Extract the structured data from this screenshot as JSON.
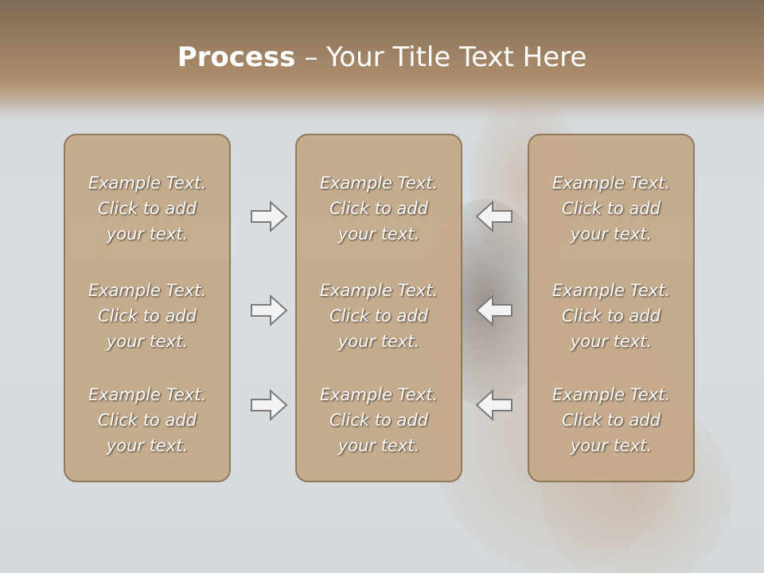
{
  "title": {
    "bold": "Process",
    "rest": " – Your Title Text Here"
  },
  "columns": [
    {
      "items": [
        {
          "l1": "Example Text.",
          "l2": "Click  to add",
          "l3": "your text."
        },
        {
          "l1": "Example Text.",
          "l2": "Click  to add",
          "l3": "your text."
        },
        {
          "l1": "Example Text.",
          "l2": "Click  to add",
          "l3": "your text."
        }
      ]
    },
    {
      "items": [
        {
          "l1": "Example Text.",
          "l2": "Click  to add",
          "l3": "your text."
        },
        {
          "l1": "Example Text.",
          "l2": "Click  to add",
          "l3": "your text."
        },
        {
          "l1": "Example Text.",
          "l2": "Click  to add",
          "l3": "your text."
        }
      ]
    },
    {
      "items": [
        {
          "l1": "Example Text.",
          "l2": "Click  to add",
          "l3": "your text."
        },
        {
          "l1": "Example Text.",
          "l2": "Click  to add",
          "l3": "your text."
        },
        {
          "l1": "Example Text.",
          "l2": "Click  to add",
          "l3": "your text."
        }
      ]
    }
  ],
  "arrows": {
    "left_column": "right-arrow-icon",
    "right_column": "left-arrow-icon"
  },
  "colors": {
    "box_fill": "#c6ab8b",
    "box_border": "#8d7558",
    "header": "#9a7f62"
  }
}
